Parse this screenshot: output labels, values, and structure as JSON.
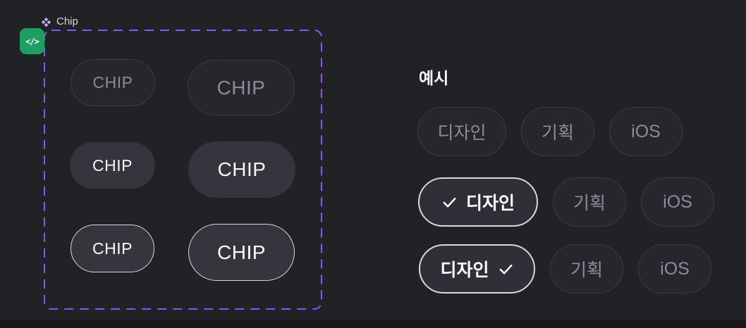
{
  "frame_label": {
    "name": "Chip"
  },
  "code_badge": {
    "glyph": "</>"
  },
  "component_frame": {
    "chips": [
      {
        "label": "CHIP",
        "size": "small",
        "variant": "outline"
      },
      {
        "label": "CHIP",
        "size": "large",
        "variant": "outline"
      },
      {
        "label": "CHIP",
        "size": "small",
        "variant": "filled"
      },
      {
        "label": "CHIP",
        "size": "large",
        "variant": "filled"
      },
      {
        "label": "CHIP",
        "size": "small",
        "variant": "filled-outlined"
      },
      {
        "label": "CHIP",
        "size": "large",
        "variant": "filled-outlined"
      }
    ]
  },
  "example": {
    "title": "예시",
    "rows": [
      {
        "chips": [
          {
            "label": "디자인",
            "variant": "outline"
          },
          {
            "label": "기획",
            "variant": "outline"
          },
          {
            "label": "iOS",
            "variant": "outline"
          }
        ]
      },
      {
        "chips": [
          {
            "label": "디자인",
            "variant": "selected",
            "check_position": "leading"
          },
          {
            "label": "기획",
            "variant": "outline"
          },
          {
            "label": "iOS",
            "variant": "outline"
          }
        ]
      },
      {
        "chips": [
          {
            "label": "디자인",
            "variant": "selected",
            "check_position": "trailing"
          },
          {
            "label": "기획",
            "variant": "outline"
          },
          {
            "label": "iOS",
            "variant": "outline"
          }
        ]
      }
    ]
  },
  "colors": {
    "canvas_bg": "#212226",
    "selection_purple": "#8a56f2",
    "badge_green": "#1e9e62",
    "chip_outline_border": "#3b3c44",
    "chip_outline_text": "#8d8e95",
    "chip_filled_bg": "#34353d",
    "chip_selected_border": "#d8d9dd",
    "chip_selected_text": "#ffffff"
  }
}
